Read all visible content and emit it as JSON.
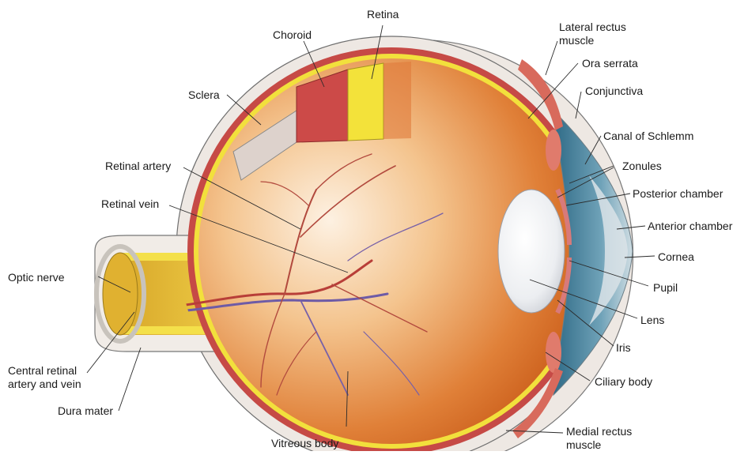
{
  "labels": {
    "retina": "Retina",
    "choroid": "Choroid",
    "sclera": "Sclera",
    "retinal_artery": "Retinal artery",
    "retinal_vein": "Retinal vein",
    "optic_nerve": "Optic nerve",
    "central_retinal": "Central retinal\nartery and vein",
    "dura_mater": "Dura mater",
    "vitreous_body": "Vitreous body",
    "lateral_rectus": "Lateral rectus\nmuscle",
    "ora_serrata": "Ora serrata",
    "conjunctiva": "Conjunctiva",
    "canal_schlemm": "Canal of Schlemm",
    "zonules": "Zonules",
    "posterior_chamber": "Posterior chamber",
    "anterior_chamber": "Anterior chamber",
    "cornea": "Cornea",
    "pupil": "Pupil",
    "lens": "Lens",
    "iris": "Iris",
    "ciliary_body": "Ciliary body",
    "medial_rectus": "Medial rectus\nmuscle"
  },
  "colors": {
    "sclera": "#efe9e4",
    "choroid": "#c8474a",
    "retina": "#f3e23a",
    "vitreous_center": "#fbe9d6",
    "vitreous_edge": "#c95a14",
    "vessel_artery": "#b8413a",
    "vessel_vein": "#6a5aa8",
    "optic_nerve": "#e3b832",
    "cornea": "#dde4e8",
    "anterior_chamber": "#3f7b96",
    "lens": "#f4f4f6",
    "iris": "#d77a7a",
    "muscle": "#d86a5c"
  }
}
